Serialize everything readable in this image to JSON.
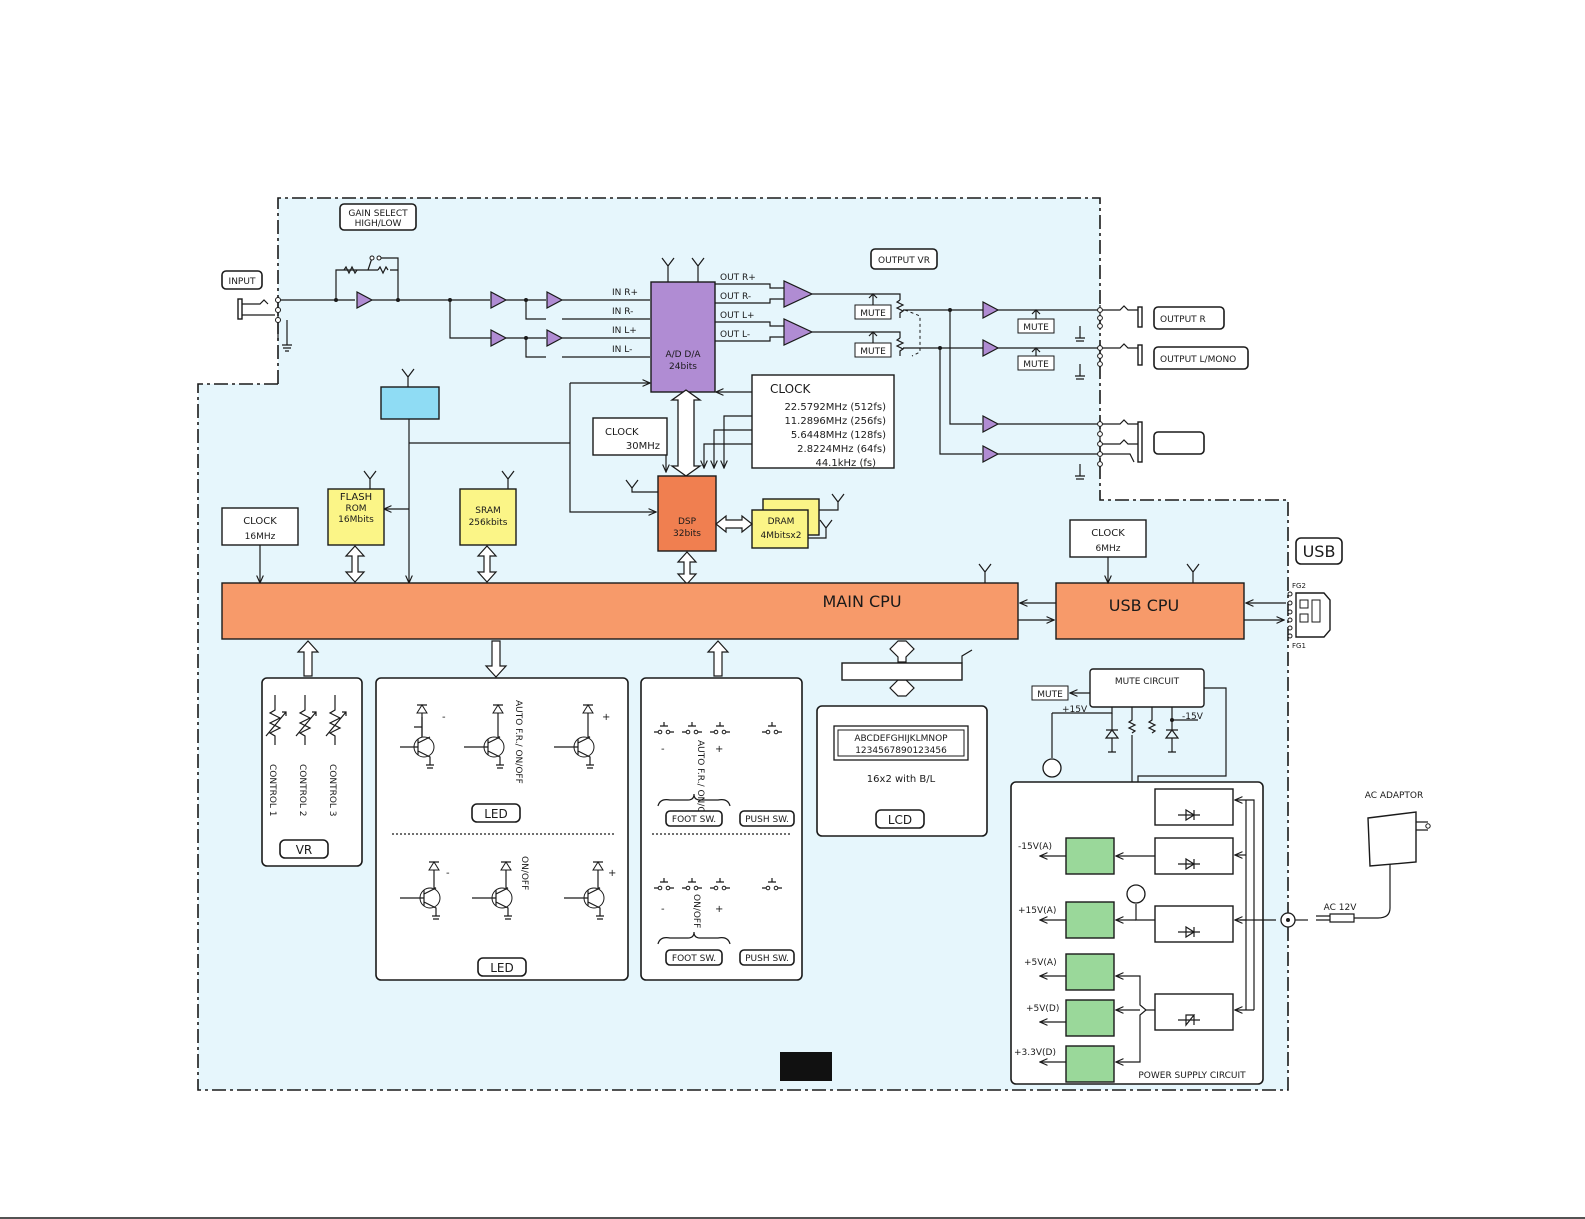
{
  "colors": {
    "background": "#e6f6fc",
    "cpu": "#f79a6a",
    "dsp": "#f07f50",
    "memory": "#fbf587",
    "converter": "#b08cd3",
    "amp": "#b08cd3",
    "supply": "#9ad89a",
    "blank_block": "#8fdcf4"
  },
  "labels": {
    "gain_select_1": "GAIN SELECT",
    "gain_select_2": "HIGH/LOW",
    "input": "INPUT",
    "output_vr": "OUTPUT VR",
    "output_r": "OUTPUT R",
    "output_l": "OUTPUT L/MONO",
    "usb_tag": "USB",
    "ac_adaptor": "AC ADAPTOR",
    "ac_12v": "AC 12V",
    "fg2": "FG2",
    "fg1": "FG1"
  },
  "converter": {
    "line1": "A/D D/A",
    "line2": "24bits",
    "in_pins": [
      "IN R+",
      "IN R-",
      "IN L+",
      "IN L-"
    ],
    "out_pins": [
      "OUT R+",
      "OUT R-",
      "OUT L+",
      "OUT L-"
    ]
  },
  "mute_label": "MUTE",
  "clock_table": {
    "title": "CLOCK",
    "rows": [
      "22.5792MHz (512fs)",
      "11.2896MHz (256fs)",
      "5.6448MHz (128fs)",
      "2.8224MHz (64fs)",
      "44.1kHz (fs)"
    ]
  },
  "clock_30": {
    "line1": "CLOCK",
    "line2": "30MHz"
  },
  "clock_16": {
    "line1": "CLOCK",
    "line2": "16MHz"
  },
  "clock_6": {
    "line1": "CLOCK",
    "line2": "6MHz"
  },
  "flash": {
    "line1": "FLASH",
    "line2": "ROM",
    "line3": "16Mbits"
  },
  "sram": {
    "line1": "SRAM",
    "line2": "256kbits"
  },
  "dsp": {
    "line1": "DSP",
    "line2": "32bits"
  },
  "dram": {
    "line1": "DRAM",
    "line2": "4Mbitsx2"
  },
  "main_cpu": "MAIN CPU",
  "usb_cpu": "USB CPU",
  "vr": {
    "controls": [
      "CONTROL 1",
      "CONTROL 2",
      "CONTROL 3"
    ],
    "title": "VR"
  },
  "led_panel": {
    "title": "LED",
    "top_labels": [
      "-",
      "AUTO F.R./ ON/OFF",
      "+"
    ],
    "bottom_labels": [
      "-",
      "ON/OFF",
      "+"
    ]
  },
  "switch_panel": {
    "top_labels": [
      "-",
      "AUTO F.R./ ON/OFF",
      "+"
    ],
    "bottom_labels": [
      "-",
      "ON/OFF",
      "+"
    ],
    "foot": "FOOT SW.",
    "push": "PUSH SW."
  },
  "lcd": {
    "row1": "ABCDEFGHIJKLMNOP",
    "row2": "1234567890123456",
    "caption": "16x2 with B/L",
    "title": "LCD"
  },
  "mute_circuit": {
    "title": "MUTE CIRCUIT",
    "pos": "+15V",
    "neg": "-15V"
  },
  "power_supply": {
    "title": "POWER SUPPLY CIRCUIT",
    "rails": [
      "-15V(A)",
      "+15V(A)",
      "+5V(A)",
      "+5V(D)",
      "+3.3V(D)"
    ]
  }
}
